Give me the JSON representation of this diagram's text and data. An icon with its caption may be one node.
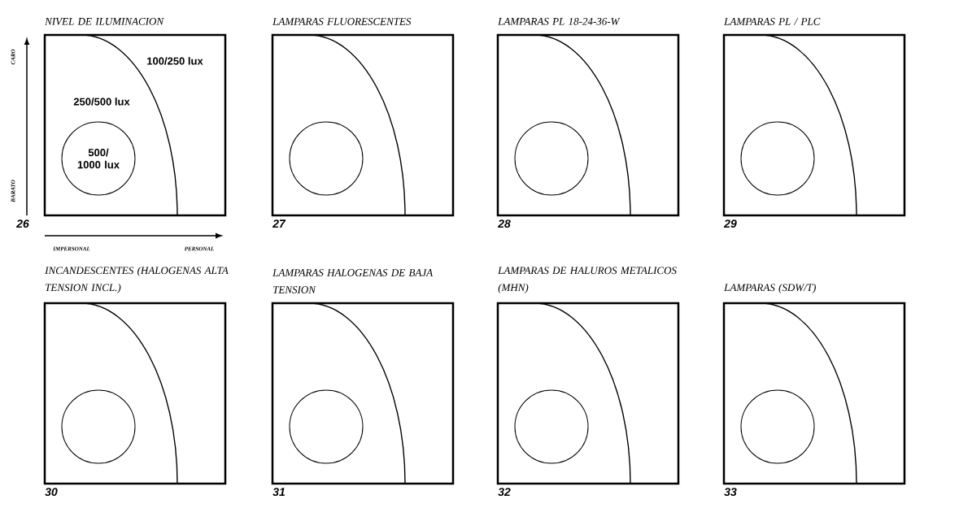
{
  "diagram": {
    "nodes": [
      {
        "text": [
          "NIVEL DE ILUMINACION"
        ],
        "beside": [
          "26"
        ]
      },
      {
        "text": [
          "500/ 1000 lux"
        ],
        "in": 0
      },
      {
        "text": [
          "LAMPARAS FLUORESCENTES"
        ],
        "beside": [
          "27"
        ]
      },
      {
        "text": [],
        "shape": "circle",
        "in": 2
      },
      {
        "text": [
          "LAMPARAS PL 18-24-36-W"
        ],
        "beside": [
          "28"
        ]
      },
      {
        "text": [],
        "shape": "circle",
        "in": 4
      },
      {
        "text": [
          "LAMPARAS PL / PLC"
        ],
        "beside": [
          "29"
        ]
      },
      {
        "text": [],
        "shape": "circle",
        "in": 6
      },
      {
        "text": [
          "INCANDESCENTES (HALOGENAS ALTA TENSION INCL.)"
        ],
        "beside": [
          "30"
        ]
      },
      {
        "text": [],
        "shape": "circle",
        "in": 8
      },
      {
        "text": [
          "LAMPARAS HALOGENAS DE BAJA TENSION"
        ],
        "beside": [
          "31"
        ]
      },
      {
        "text": [],
        "shape": "circle",
        "in": 10
      },
      {
        "text": [
          "LAMPARAS DE HALUROS METALICOS (MHN)"
        ],
        "beside": [
          "32"
        ]
      },
      {
        "text": [],
        "shape": "circle",
        "in": 12
      },
      {
        "text": [
          "LAMPARAS (SDW/T)"
        ],
        "beside": [
          "33"
        ]
      },
      {
        "text": [],
        "shape": "circle",
        "in": 14
      }
    ],
    "labels": [
      "CARO",
      "100/250 lux",
      "250/500 lux",
      "BARATO",
      "IMPERSONAL",
      "PERSONAL"
    ]
  }
}
